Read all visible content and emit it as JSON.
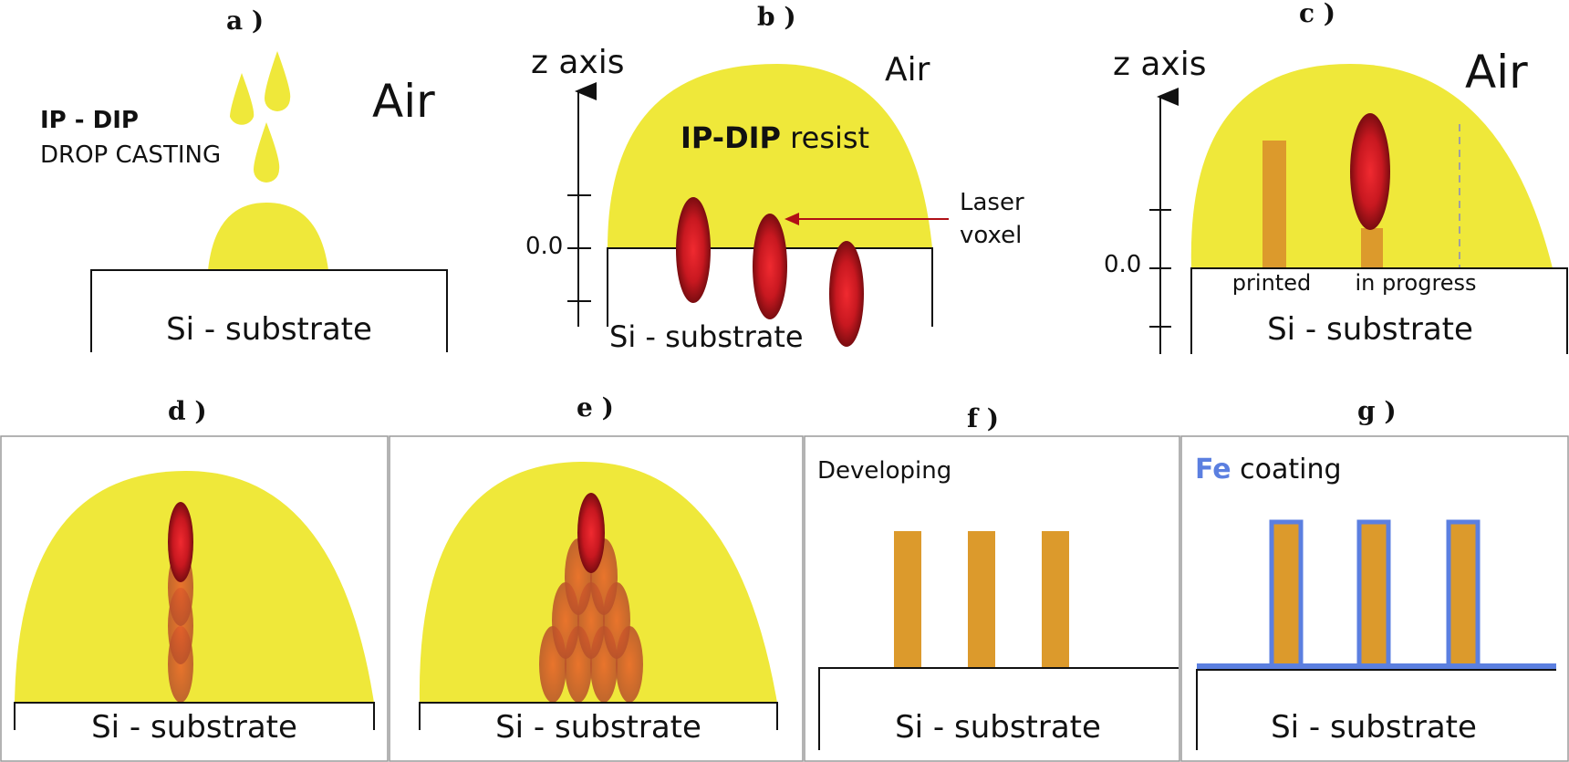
{
  "colors": {
    "resist": "#efe83a",
    "printed": "#dc9a2c",
    "voxel_core": "#e8202a",
    "voxel_edge": "#8a0e12",
    "fe_coating": "#5b7fe0",
    "laser_arrow": "#b01016",
    "panel_border": "#9a9a9a"
  },
  "panels": {
    "a": {
      "label": "a )",
      "air": "Air",
      "ipdip": "IP - DIP",
      "drop_casting": "DROP CASTING",
      "substrate": "Si - substrate"
    },
    "b": {
      "label": "b )",
      "zaxis": "z axis",
      "air": "Air",
      "resist_bold": "IP-DIP",
      "resist_rest": " resist",
      "zero": "0.0",
      "laser": "Laser",
      "voxel": "voxel",
      "substrate": "Si - substrate"
    },
    "c": {
      "label": "c )",
      "zaxis": "z axis",
      "air": "Air",
      "zero": "0.0",
      "printed": "printed",
      "in_progress": "in progress",
      "substrate": "Si - substrate"
    },
    "d": {
      "label": "d )",
      "substrate": "Si - substrate"
    },
    "e": {
      "label": "e )",
      "substrate": "Si - substrate"
    },
    "f": {
      "label": "f )",
      "developing": "Developing",
      "substrate": "Si - substrate"
    },
    "g": {
      "label": "g )",
      "fe": "Fe",
      "coating": " coating",
      "substrate": "Si - substrate"
    }
  }
}
